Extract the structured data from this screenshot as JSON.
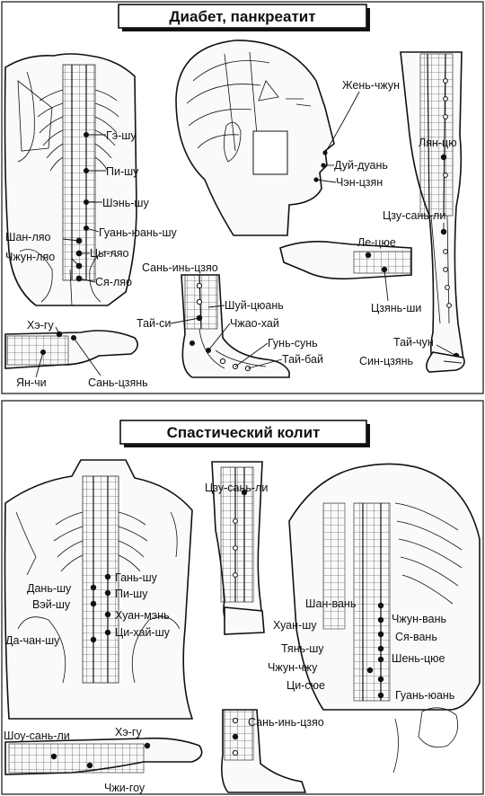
{
  "colors": {
    "ink": "#111111",
    "paper": "#ffffff"
  },
  "sections": [
    {
      "title": "Диабет, панкреатит",
      "labels": {
        "ge_shu": "Гэ-шу",
        "pi_shu": "Пи-шу",
        "shen_shu": "Шэнь-шу",
        "guan_yuan_shu": "Гуань-юань-шу",
        "shan_lyao": "Шан-ляо",
        "tsy_lyao": "Цы-ляо",
        "zhun_lyao": "Чжун-ляо",
        "sya_lyao": "Ся-ляо",
        "zhen_zhun": "Жень-чжун",
        "dui_duan": "Дуй-дуань",
        "chen_tszyan": "Чэн-цзян",
        "lyan_tsyu": "Лян-цю",
        "tszu_san_li": "Цзу-сань-ли",
        "le_tsyue": "Ле-цюе",
        "tszyan_shi": "Цзянь-ши",
        "san_in_tszyao": "Сань-инь-цзяо",
        "shui_tsyuan": "Шуй-цюань",
        "tai_si": "Тай-си",
        "zhao_hai": "Чжао-хай",
        "gun_sun": "Гунь-сунь",
        "tai_bai": "Тай-бай",
        "tai_chun": "Тай-чун",
        "sin_tszyan": "Син-цзянь",
        "he_gu": "Хэ-гу",
        "yan_chi": "Ян-чи",
        "san_tszyan": "Сань-цзянь"
      }
    },
    {
      "title": "Спастический колит",
      "labels": {
        "tszu_san_li": "Цзу-сань-ли",
        "gan_shu": "Гань-шу",
        "dan_shu": "Дань-шу",
        "pi_shu": "Пи-шу",
        "vei_shu": "Вэй-шу",
        "huan_men": "Хуан-мэнь",
        "tsi_hai_shu": "Ци-хай-шу",
        "da_chan_shu": "Да-чан-шу",
        "shan_van": "Шан-вань",
        "huan_shu": "Хуан-шу",
        "zhun_van": "Чжун-вань",
        "sya_van": "Ся-вань",
        "tyan_shu": "Тянь-шу",
        "shen_tsyue": "Шень-цюе",
        "zhun_zhu": "Чжун-чжу",
        "tsi_syue": "Ци-сюе",
        "guan_yuan": "Гуань-юань",
        "shou_san_li": "Шоу-сань-ли",
        "he_gu": "Хэ-гу",
        "zhi_gou": "Чжи-гоу",
        "san_in_tszyao": "Сань-инь-цзяо"
      }
    }
  ]
}
